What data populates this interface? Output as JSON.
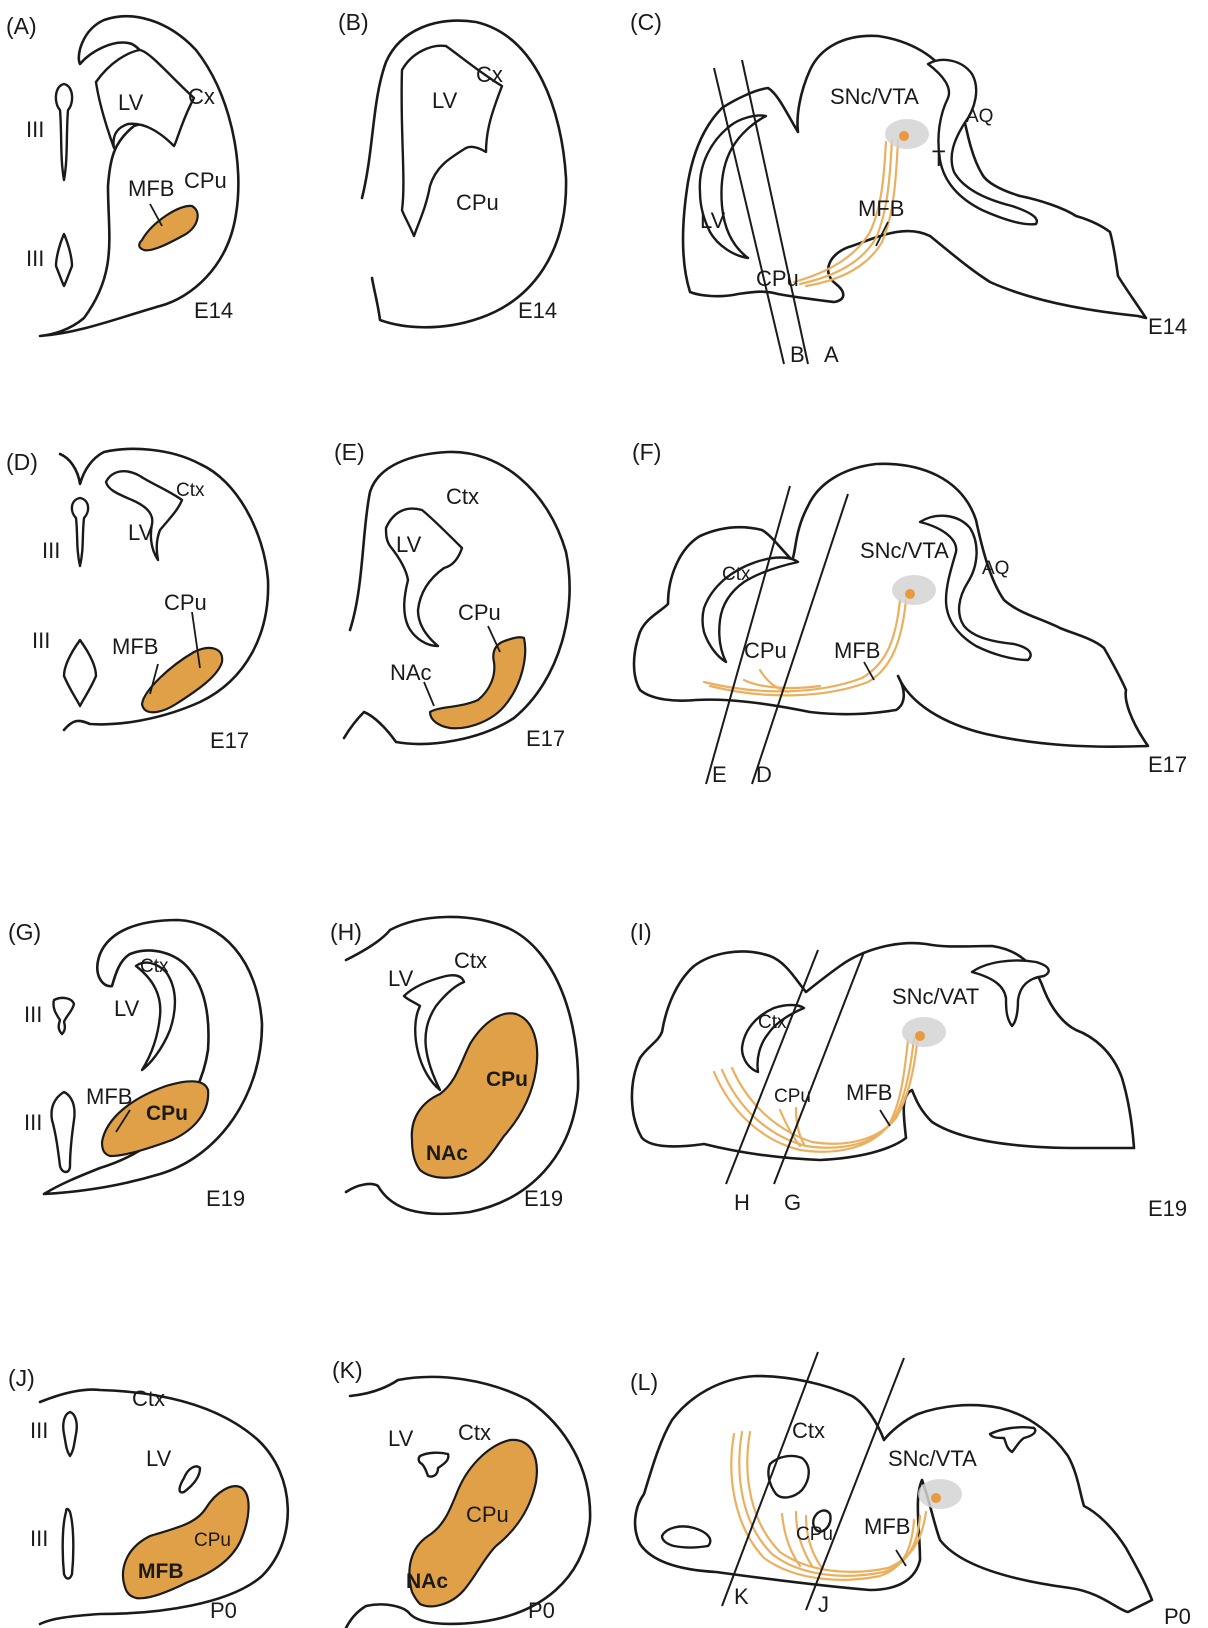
{
  "panels": [
    {
      "id": "A",
      "letter": "(A)",
      "stage": "E14",
      "labels": {
        "iii_top": "III",
        "iii_bot": "III",
        "lv": "LV",
        "cx": "Cx",
        "cpu": "CPu",
        "mfb": "MFB"
      }
    },
    {
      "id": "B",
      "letter": "(B)",
      "stage": "E14",
      "labels": {
        "lv": "LV",
        "cx": "Cx",
        "cpu": "CPu"
      }
    },
    {
      "id": "C",
      "letter": "(C)",
      "stage": "E14",
      "labels": {
        "snc": "SNc/VTA",
        "t": "T",
        "aq": "AQ",
        "lv": "LV",
        "mfb": "MFB",
        "cpu": "CPu",
        "cut_b": "B",
        "cut_a": "A"
      }
    },
    {
      "id": "D",
      "letter": "(D)",
      "stage": "E17",
      "labels": {
        "iii_top": "III",
        "iii_bot": "III",
        "lv": "LV",
        "ctx": "Ctx",
        "cpu": "CPu",
        "mfb": "MFB"
      }
    },
    {
      "id": "E",
      "letter": "(E)",
      "stage": "E17",
      "labels": {
        "ctx": "Ctx",
        "lv": "LV",
        "cpu": "CPu",
        "nac": "NAc"
      }
    },
    {
      "id": "F",
      "letter": "(F)",
      "stage": "E17",
      "labels": {
        "ctx": "Ctx",
        "snc": "SNc/VTA",
        "aq": "AQ",
        "cpu": "CPu",
        "mfb": "MFB",
        "cut_e": "E",
        "cut_d": "D"
      }
    },
    {
      "id": "G",
      "letter": "(G)",
      "stage": "E19",
      "labels": {
        "ctx": "Ctx",
        "lv": "LV",
        "iii_top": "III",
        "iii_bot": "III",
        "mfb": "MFB",
        "cpu": "CPu"
      }
    },
    {
      "id": "H",
      "letter": "(H)",
      "stage": "E19",
      "labels": {
        "lv": "LV",
        "ctx": "Ctx",
        "cpu": "CPu",
        "nac": "NAc"
      }
    },
    {
      "id": "I",
      "letter": "(I)",
      "stage": "E19",
      "labels": {
        "ctx": "Ctx",
        "snc": "SNc/VAT",
        "cpu": "CPu",
        "mfb": "MFB",
        "cut_h": "H",
        "cut_g": "G"
      }
    },
    {
      "id": "J",
      "letter": "(J)",
      "stage": "P0",
      "labels": {
        "ctx": "Ctx",
        "iii_top": "III",
        "iii_bot": "III",
        "lv": "LV",
        "cpu": "CPu",
        "mfb": "MFB"
      }
    },
    {
      "id": "K",
      "letter": "(K)",
      "stage": "P0",
      "labels": {
        "lv": "LV",
        "ctx": "Ctx",
        "cpu": "CPu",
        "nac": "NAc"
      }
    },
    {
      "id": "L",
      "letter": "(L)",
      "stage": "P0",
      "labels": {
        "ctx": "Ctx",
        "snc": "SNc/VTA",
        "cpu": "CPu",
        "mfb": "MFB",
        "cut_k": "K",
        "cut_j": "J"
      }
    }
  ],
  "colors": {
    "region_fill": "#e0a048",
    "fiber": "#eab060",
    "outline": "#1a1a1a",
    "snc_halo": "#d4d4d4",
    "snc_dot": "#e89a3c"
  }
}
